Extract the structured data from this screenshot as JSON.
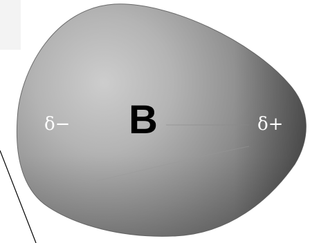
{
  "diagram": {
    "center_label": "B",
    "left_charge_label": "δ−",
    "right_charge_label": "δ+",
    "colors": {
      "background": "#ffffff",
      "body_light": "#c9c9c9",
      "body_mid": "#9c9c9c",
      "body_dark": "#5a5a5a",
      "label_dark": "#000000",
      "label_light": "#ffffff"
    }
  }
}
